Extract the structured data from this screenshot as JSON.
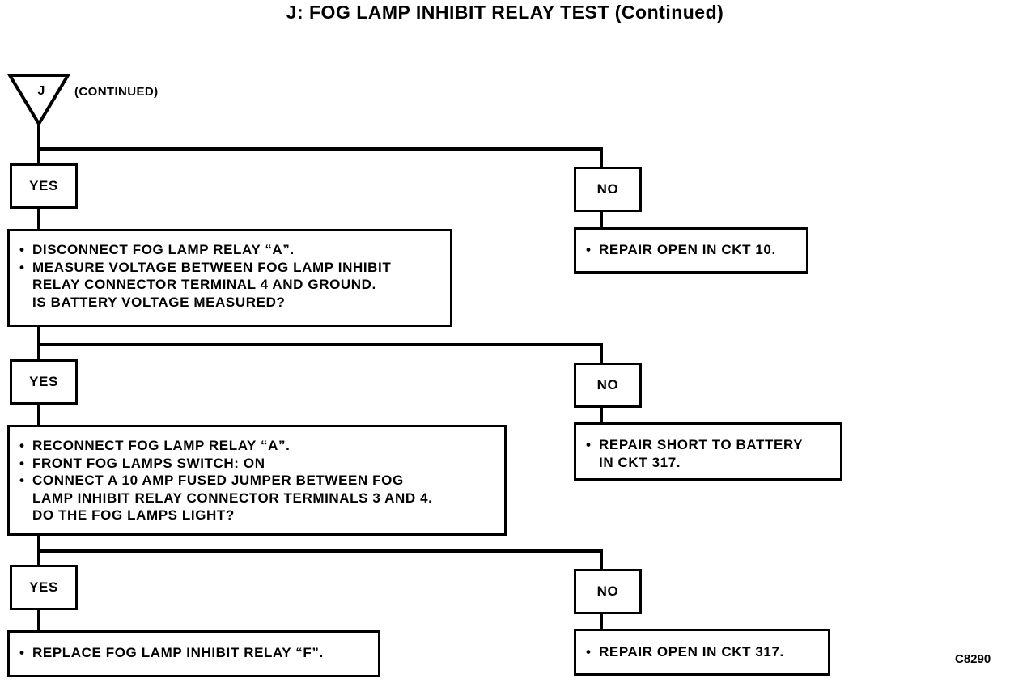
{
  "title": "J: FOG LAMP INHIBIT RELAY TEST (Continued)",
  "entry": {
    "label": "J",
    "note": "(CONTINUED)"
  },
  "figure_code": "C8290",
  "levels": [
    {
      "yes_label": "YES",
      "no_label": "NO",
      "yes_box": {
        "bullets": [
          "DISCONNECT FOG LAMP RELAY “A”.",
          "MEASURE VOLTAGE BETWEEN FOG LAMP INHIBIT",
          "RELAY CONNECTOR TERMINAL 4 AND GROUND."
        ],
        "question": "IS BATTERY VOLTAGE MEASURED?"
      },
      "no_box": {
        "lines": [
          "REPAIR OPEN IN CKT 10."
        ]
      }
    },
    {
      "yes_label": "YES",
      "no_label": "NO",
      "yes_box": {
        "bullets": [
          "RECONNECT FOG LAMP RELAY “A”.",
          "FRONT FOG LAMPS SWITCH: ON",
          "CONNECT A 10 AMP FUSED JUMPER BETWEEN FOG",
          "LAMP INHIBIT RELAY CONNECTOR TERMINALS 3 AND 4."
        ],
        "question": "DO THE FOG LAMPS LIGHT?"
      },
      "no_box": {
        "lines": [
          "REPAIR SHORT TO BATTERY",
          "IN CKT 317."
        ]
      }
    },
    {
      "yes_label": "YES",
      "no_label": "NO",
      "yes_box": {
        "bullets": [
          "REPLACE FOG LAMP INHIBIT RELAY “F”."
        ]
      },
      "no_box": {
        "lines": [
          "REPAIR OPEN IN CKT 317."
        ]
      }
    }
  ]
}
